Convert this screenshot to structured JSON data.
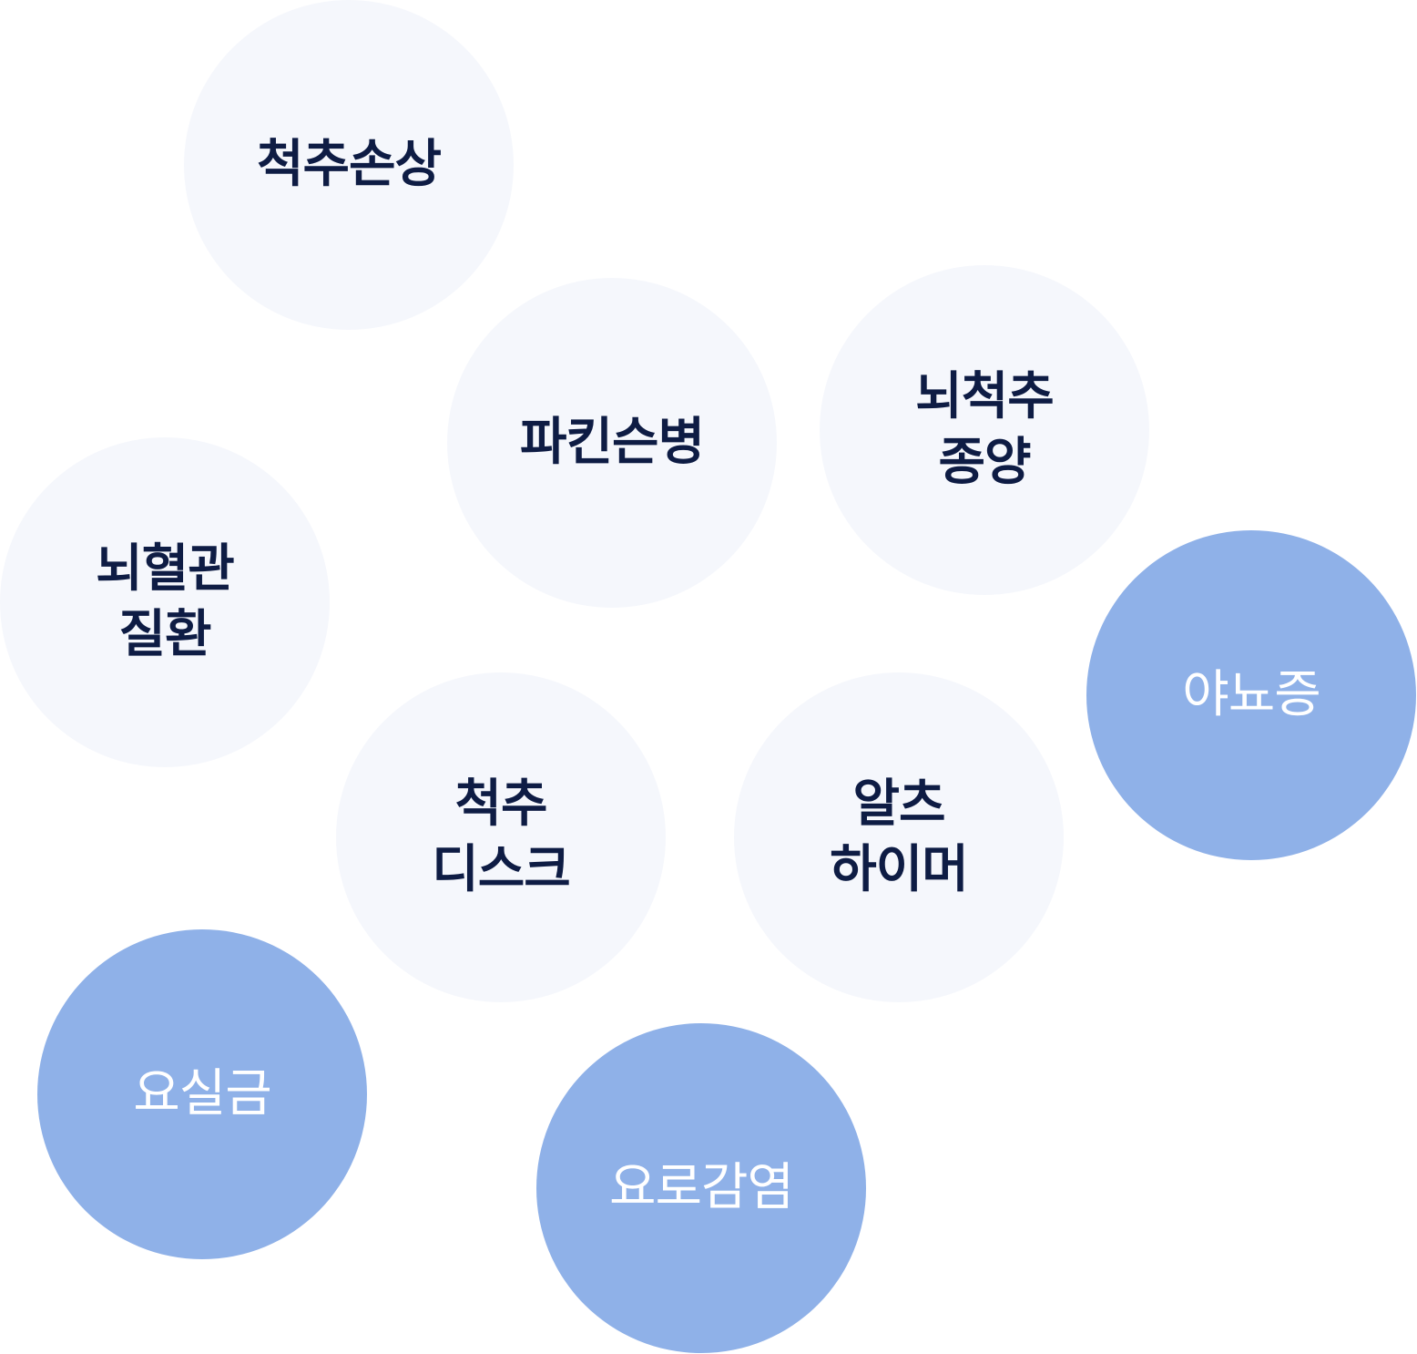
{
  "colors": {
    "light_bubble": "#f5f7fc",
    "light_text": "#0e1c44",
    "accent_bubble": "#8fb1e8",
    "accent_text": "#ffffff"
  },
  "bubbles": [
    {
      "style": "light",
      "lines": [
        "척추손상"
      ]
    },
    {
      "style": "light",
      "lines": [
        "파킨슨병"
      ]
    },
    {
      "style": "light",
      "lines": [
        "뇌척추",
        "종양"
      ]
    },
    {
      "style": "light",
      "lines": [
        "뇌혈관",
        "질환"
      ]
    },
    {
      "style": "accent",
      "lines": [
        "야뇨증"
      ]
    },
    {
      "style": "light",
      "lines": [
        "척추",
        "디스크"
      ]
    },
    {
      "style": "light",
      "lines": [
        "알츠",
        "하이머"
      ]
    },
    {
      "style": "accent",
      "lines": [
        "요실금"
      ]
    },
    {
      "style": "accent",
      "lines": [
        "요로감염"
      ]
    }
  ]
}
